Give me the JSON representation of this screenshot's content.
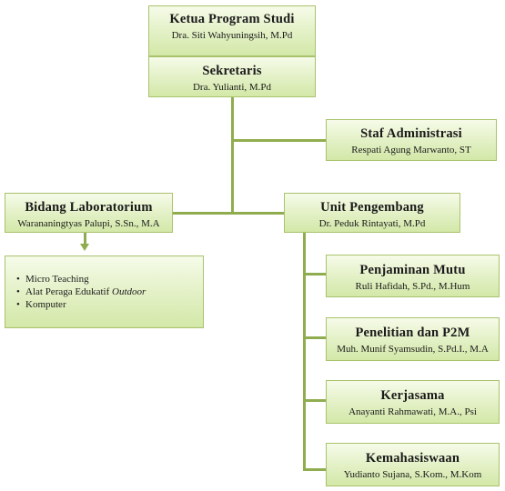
{
  "top_box": {
    "title": "Ketua Program Studi",
    "name": "Dra. Siti Wahyuningsih, M.Pd"
  },
  "secretary": {
    "title": "Sekretaris",
    "name": "Dra. Yulianti, M.Pd"
  },
  "admin_staff": {
    "title": "Staf Administrasi",
    "name": "Respati Agung Marwanto, ST"
  },
  "lab": {
    "title": "Bidang Laboratorium",
    "name": "Warananingtyas Palupi, S.Sn., M.A",
    "items": [
      "Micro Teaching",
      "Alat Peraga Edukatif",
      "Komputer"
    ],
    "item_italic_suffix": "Outdoor"
  },
  "dev_unit": {
    "title": "Unit Pengembang",
    "name": "Dr. Peduk Rintayati, M.Pd"
  },
  "sub_units": [
    {
      "title": "Penjaminan Mutu",
      "name": "Ruli Hafidah, S.Pd., M.Hum"
    },
    {
      "title": "Penelitian dan P2M",
      "name": "Muh. Munif Syamsudin, S.Pd.I., M.A"
    },
    {
      "title": "Kerjasama",
      "name": "Anayanti Rahmawati, M.A., Psi"
    },
    {
      "title": "Kemahasiswaan",
      "name": "Yudianto Sujana, S.Kom., M.Kom"
    }
  ],
  "colors": {
    "connector": "#8fad4e",
    "box_border": "#a9c36c",
    "box_fill_top": "#f6fbe9",
    "box_fill_bottom": "#d3e8a8"
  }
}
